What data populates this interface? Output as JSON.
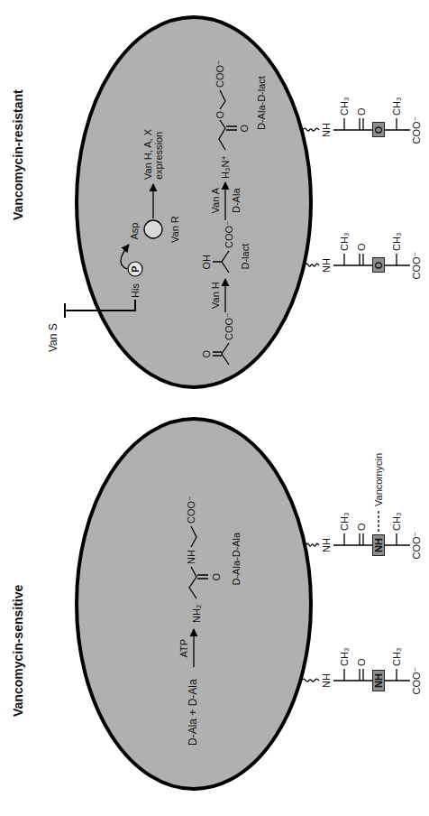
{
  "diagram": {
    "nodes": [
      {
        "text": [
          "Vancomycin-sensitive"
        ]
      },
      {
        "text": [
          "NH"
        ]
      },
      {
        "text": [
          "NH"
        ]
      },
      {
        "text": [
          "Vancomycin-resistant"
        ]
      },
      {
        "text": [
          "P"
        ],
        "in": 3
      },
      {
        "text": [
          "O"
        ]
      },
      {
        "text": [
          "O"
        ]
      }
    ],
    "labels": [
      "D-Ala + D-Ala",
      "ATP",
      "NH₂",
      "NH",
      "O",
      "COO⁻",
      "D-Ala-D-Ala",
      "NH",
      "CH₃",
      "O",
      "CH₃",
      "COO⁻",
      "NH",
      "CH₃",
      "O",
      "CH₃",
      "COO⁻",
      "Vancomycin",
      "Van S",
      "His",
      "Asp",
      "Van R",
      "Van H, A, X expression",
      "O",
      "COO⁻",
      "Van H",
      "OH",
      "COO⁻",
      "D-lact",
      "Van A",
      "D-Ala",
      "H₃N⁺",
      "O",
      "O",
      "COO⁻",
      "D-Ala-D-lact",
      "NH",
      "CH₃",
      "O",
      "CH₃",
      "COO⁻",
      "NH",
      "CH₃",
      "O",
      "CH₃",
      "COO⁻"
    ]
  }
}
